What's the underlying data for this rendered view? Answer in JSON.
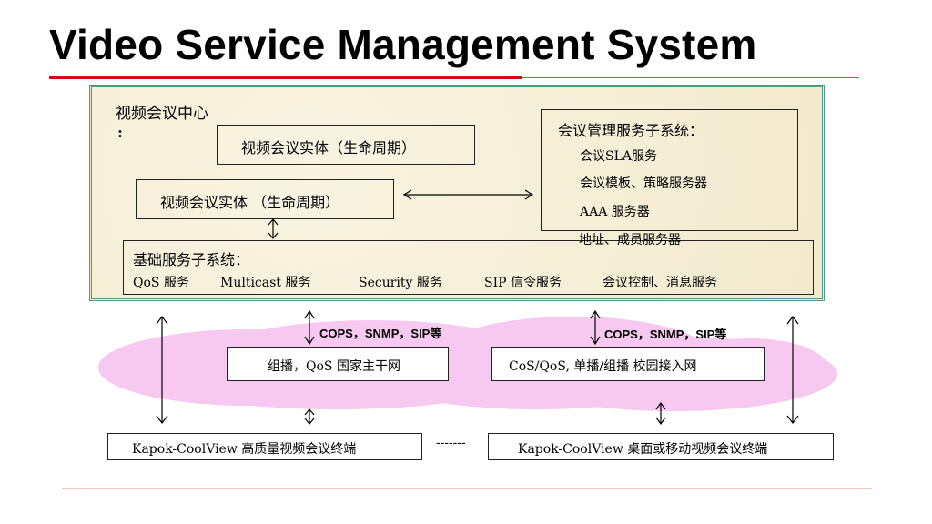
{
  "title": "Video Service Management System",
  "center": {
    "heading": "视频会议中心",
    "colon": ":",
    "entity_box_1": "视频会议实体（生命周期）",
    "entity_box_2": "视频会议实体  （生命周期）",
    "mgmt": {
      "heading": "会议管理服务子系统：",
      "items": [
        "会议SLA服务",
        "会议模板、策略服务器",
        "AAA 服务器",
        "地址、成员服务器"
      ]
    },
    "base": {
      "heading": "基础服务子系统：",
      "items": [
        "QoS 服务",
        "Multicast 服务",
        "Security 服务",
        "SIP 信令服务",
        "会议控制、消息服务"
      ]
    }
  },
  "network": {
    "protocol_left": "COPS，SNMP，SIP等",
    "protocol_right": "COPS，SNMP，SIP等",
    "net_left": "组播，QoS 国家主干网",
    "net_right": "CoS/QoS, 单播/组播 校园接入网"
  },
  "terminals": {
    "left": "Kapok-CoolView 高质量视频会议终端",
    "dashes": "-------",
    "right": "Kapok-CoolView 桌面或移动视频会议终端"
  },
  "colors": {
    "title_rule": "#d01010",
    "panel_bg": "#f6efd9",
    "panel_border": "#4a9a88",
    "cloud": "#f7c8f0"
  }
}
